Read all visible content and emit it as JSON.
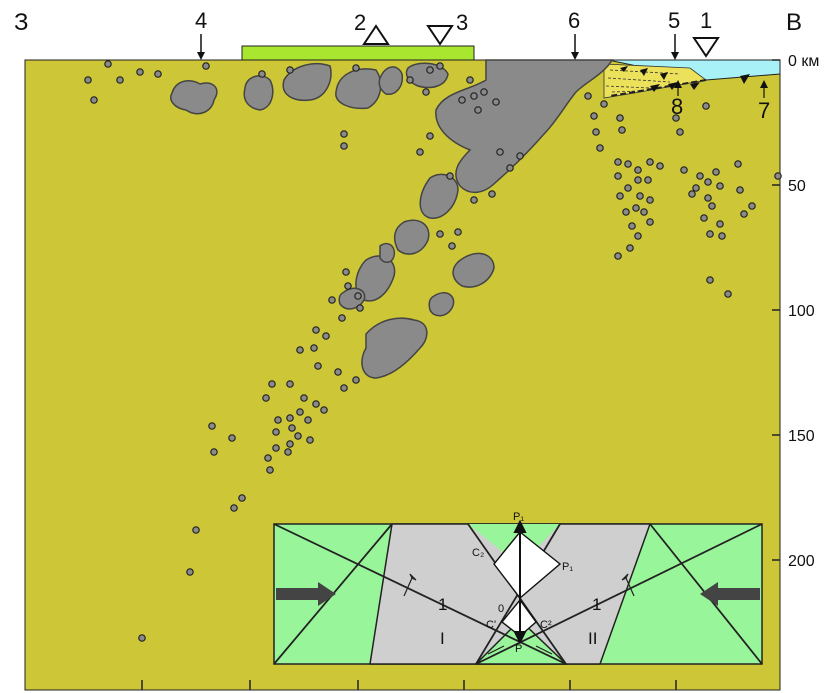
{
  "direction_left": "З",
  "direction_right": "В",
  "depth_axis": {
    "ticks": [
      {
        "depth": 0,
        "label": "0 км"
      },
      {
        "depth": 50,
        "label": "50"
      },
      {
        "depth": 100,
        "label": "100"
      },
      {
        "depth": 150,
        "label": "150"
      },
      {
        "depth": 200,
        "label": "200"
      }
    ]
  },
  "markers": [
    "1",
    "2",
    "3",
    "4",
    "5",
    "6",
    "7",
    "8"
  ],
  "inset": {
    "labels": {
      "p_top": "P₁",
      "p_right": "P₁",
      "c_left_top": "C₂",
      "zero": "0",
      "c_left_bottom": "C'",
      "c_right_bottom": "C²",
      "p_bottom": "P",
      "block_left_num": "1",
      "block_right_num": "1",
      "block_left_roman": "I",
      "block_right_roman": "II"
    }
  },
  "colors": {
    "background": "#cdc637",
    "intrusion": "#8a8a8a",
    "surface_bar": "#a8e62f",
    "sea": "#a8f2f7",
    "inset_green": "#99f59a",
    "inset_grey": "#cfcfcf"
  }
}
